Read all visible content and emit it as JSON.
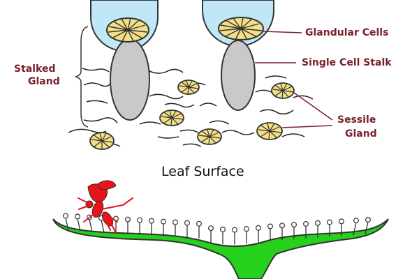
{
  "labels": {
    "glandular_cells": "Glandular Cells",
    "single_cell_stalk": "Single Cell Stalk",
    "stalked_gland_line1": "Stalked",
    "stalked_gland_line2": "Gland",
    "sessile_gland_line1": "Sessile",
    "sessile_gland_line2": "Gland",
    "leaf_surface": "Leaf Surface"
  },
  "colors": {
    "label_text": "#7a1f2b",
    "secretion_head": "#bfe7f5",
    "glandular_cells": "#f3df86",
    "stalk": "#c9c9c9",
    "leaf": "#25d11c",
    "insect": "#e8141a",
    "tentacle_head": "#ffffff",
    "pointer_lines": "#7a1f2b"
  },
  "icons": {
    "insect": "insect-icon"
  }
}
